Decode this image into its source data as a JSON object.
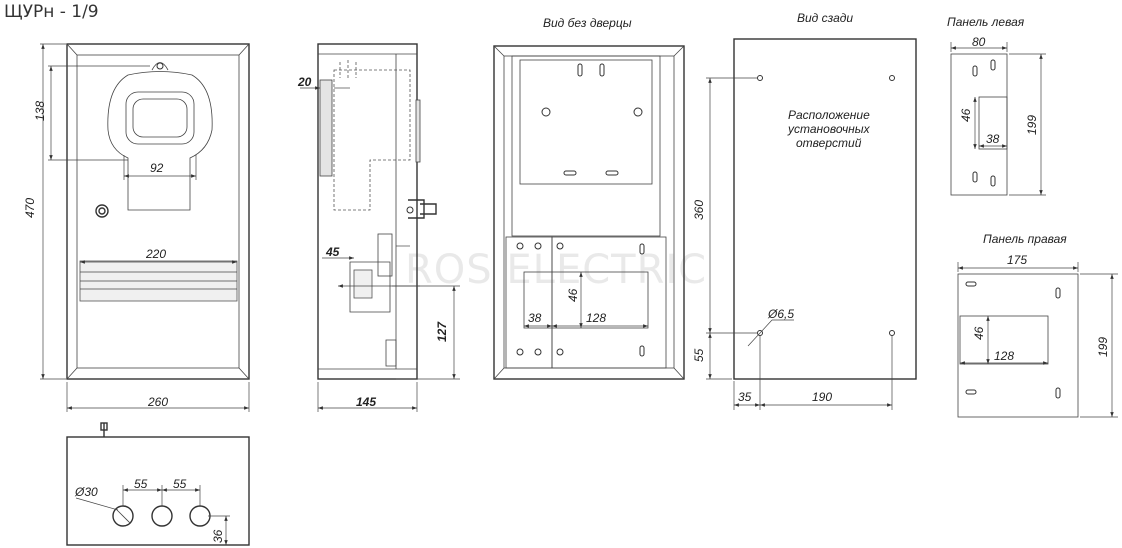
{
  "title": "ЩУРн - 1/9",
  "watermark": "ROS ELECTRIC",
  "views": {
    "front": {
      "dim_height": "470",
      "dim_width": "260",
      "dim_window_height": "138",
      "dim_window_width": "92",
      "dim_breaker_width": "220"
    },
    "side": {
      "dim_depth": "145",
      "dim_top_offset": "20",
      "dim_rail_offset": "45",
      "dim_rail_height": "127"
    },
    "no_door": {
      "label": "Вид без дверцы",
      "dim_cutout_height": "46",
      "dim_cutout_offset": "38",
      "dim_cutout_width": "128"
    },
    "rear": {
      "label": "Вид сзади",
      "note_line1": "Расположение",
      "note_line2": "установочных",
      "note_line3": "отверстий",
      "dim_hole_span_v": "360",
      "dim_bottom_offset": "55",
      "dim_left_offset": "35",
      "dim_hole_span_h": "190",
      "dim_hole_diameter": "Ø6,5"
    },
    "panel_left": {
      "label": "Панель левая",
      "dim_width": "80",
      "dim_height": "199",
      "dim_cutout_height": "46",
      "dim_cutout_width": "38"
    },
    "panel_right": {
      "label": "Панель правая",
      "dim_width": "175",
      "dim_height": "199",
      "dim_cutout_height": "46",
      "dim_cutout_width": "128"
    },
    "bottom": {
      "dim_hole_diameter": "Ø30",
      "dim_spacing_1": "55",
      "dim_spacing_2": "55",
      "dim_edge_offset": "36"
    }
  }
}
